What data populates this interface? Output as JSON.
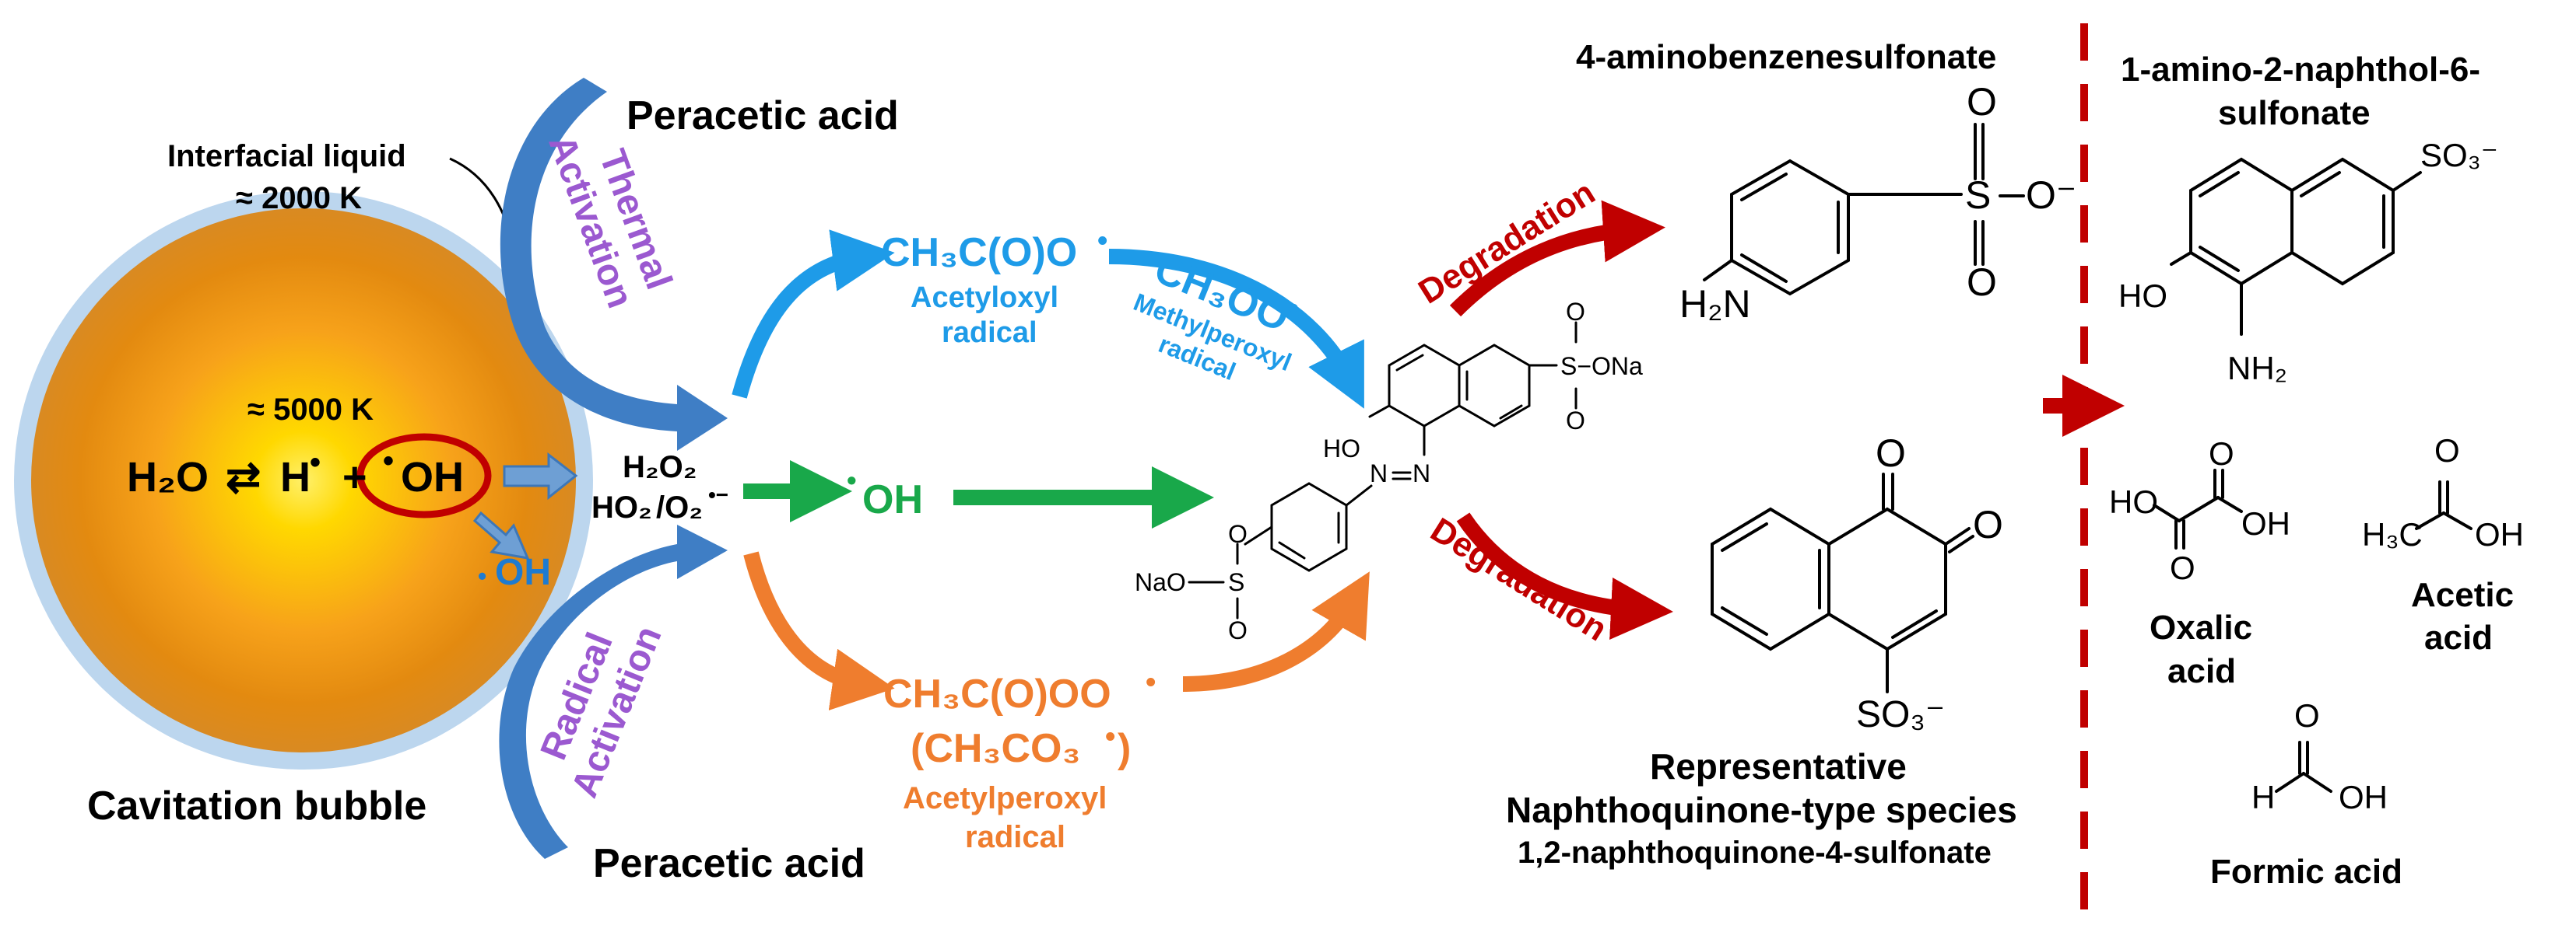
{
  "bubble": {
    "interfacial_label": "Interfacial liquid",
    "interfacial_temp": "≈ 2000 K",
    "core_temp": "≈ 5000 K",
    "eq_h2o": "H₂O",
    "eq_arrows": "⇄",
    "eq_h": "H",
    "eq_dot": "•",
    "eq_plus": "+",
    "eq_oh": "OH",
    "oh_out": "OH",
    "caption": "Cavitation bubble"
  },
  "activation": {
    "peracetic_top": "Peracetic acid",
    "peracetic_bottom": "Peracetic acid",
    "thermal_line1": "Thermal",
    "thermal_line2": "Activation",
    "radical_line1": "Radical",
    "radical_line2": "Activation",
    "h2o2": "H₂O₂",
    "ho2": "HO₂",
    "o2": "/O₂",
    "o2_charge": "•−"
  },
  "radicals": {
    "acetyloxyl_formula": "CH₃C(O)O",
    "acetyloxyl_name1": "Acetyloxyl",
    "acetyloxyl_name2": "radical",
    "methylperoxyl_formula": "CH₃OO",
    "methylperoxyl_name1": "Methylperoxyl",
    "methylperoxyl_name2": "radical",
    "oh": "OH",
    "acetylperoxyl_formula": "CH₃C(O)OO",
    "acetylperoxyl_alt": "(CH₃CO₃",
    "acetylperoxyl_alt_close": ")",
    "acetylperoxyl_name1": "Acetylperoxyl",
    "acetylperoxyl_name2": "radical"
  },
  "dye_labels": {
    "ho": "HO",
    "n1": "N",
    "n2": "N",
    "so3na_top": "S−ONa",
    "o_top": "O",
    "o_bot": "O",
    "na_o3s": "NaO",
    "s_left": "S",
    "o_left_top": "O",
    "o_left_bot": "O"
  },
  "degradation": {
    "label_top": "Degradation",
    "label_bottom": "Degradation"
  },
  "products": {
    "aminobenzenesulfonate": "4-aminobenzenesulfonate",
    "h2n": "H₂N",
    "s": "S",
    "o": "O",
    "o_minus": "O⁻",
    "naphthoquinone_title1": "Representative",
    "naphthoquinone_title2": "Naphthoquinone-type species",
    "naphthoquinone_title3": "1,2-naphthoquinone-4-sulfonate",
    "so3_minus": "SO₃⁻"
  },
  "final_products": {
    "amino_naphthol1": "1-amino-2-naphthol-6-",
    "amino_naphthol2": "sulfonate",
    "ho": "HO",
    "nh2": "NH₂",
    "so3": "SO₃⁻",
    "oxalic1": "Oxalic",
    "oxalic2": "acid",
    "acetic1": "Acetic",
    "acetic2": "acid",
    "formic": "Formic acid",
    "h3c": "H₃C",
    "oh": "OH",
    "h": "H"
  },
  "colors": {
    "blue_radical": "#1e9be8",
    "green_radical": "#19a84a",
    "orange_radical": "#ef7d2e",
    "purple_activation": "#9b59d0",
    "red_degradation": "#c00000",
    "steel_blue_arrow": "#3d77b8",
    "bubble_core": "#ffe000",
    "bubble_mid": "#f08c00",
    "bubble_halo": "#b8d4ee"
  }
}
